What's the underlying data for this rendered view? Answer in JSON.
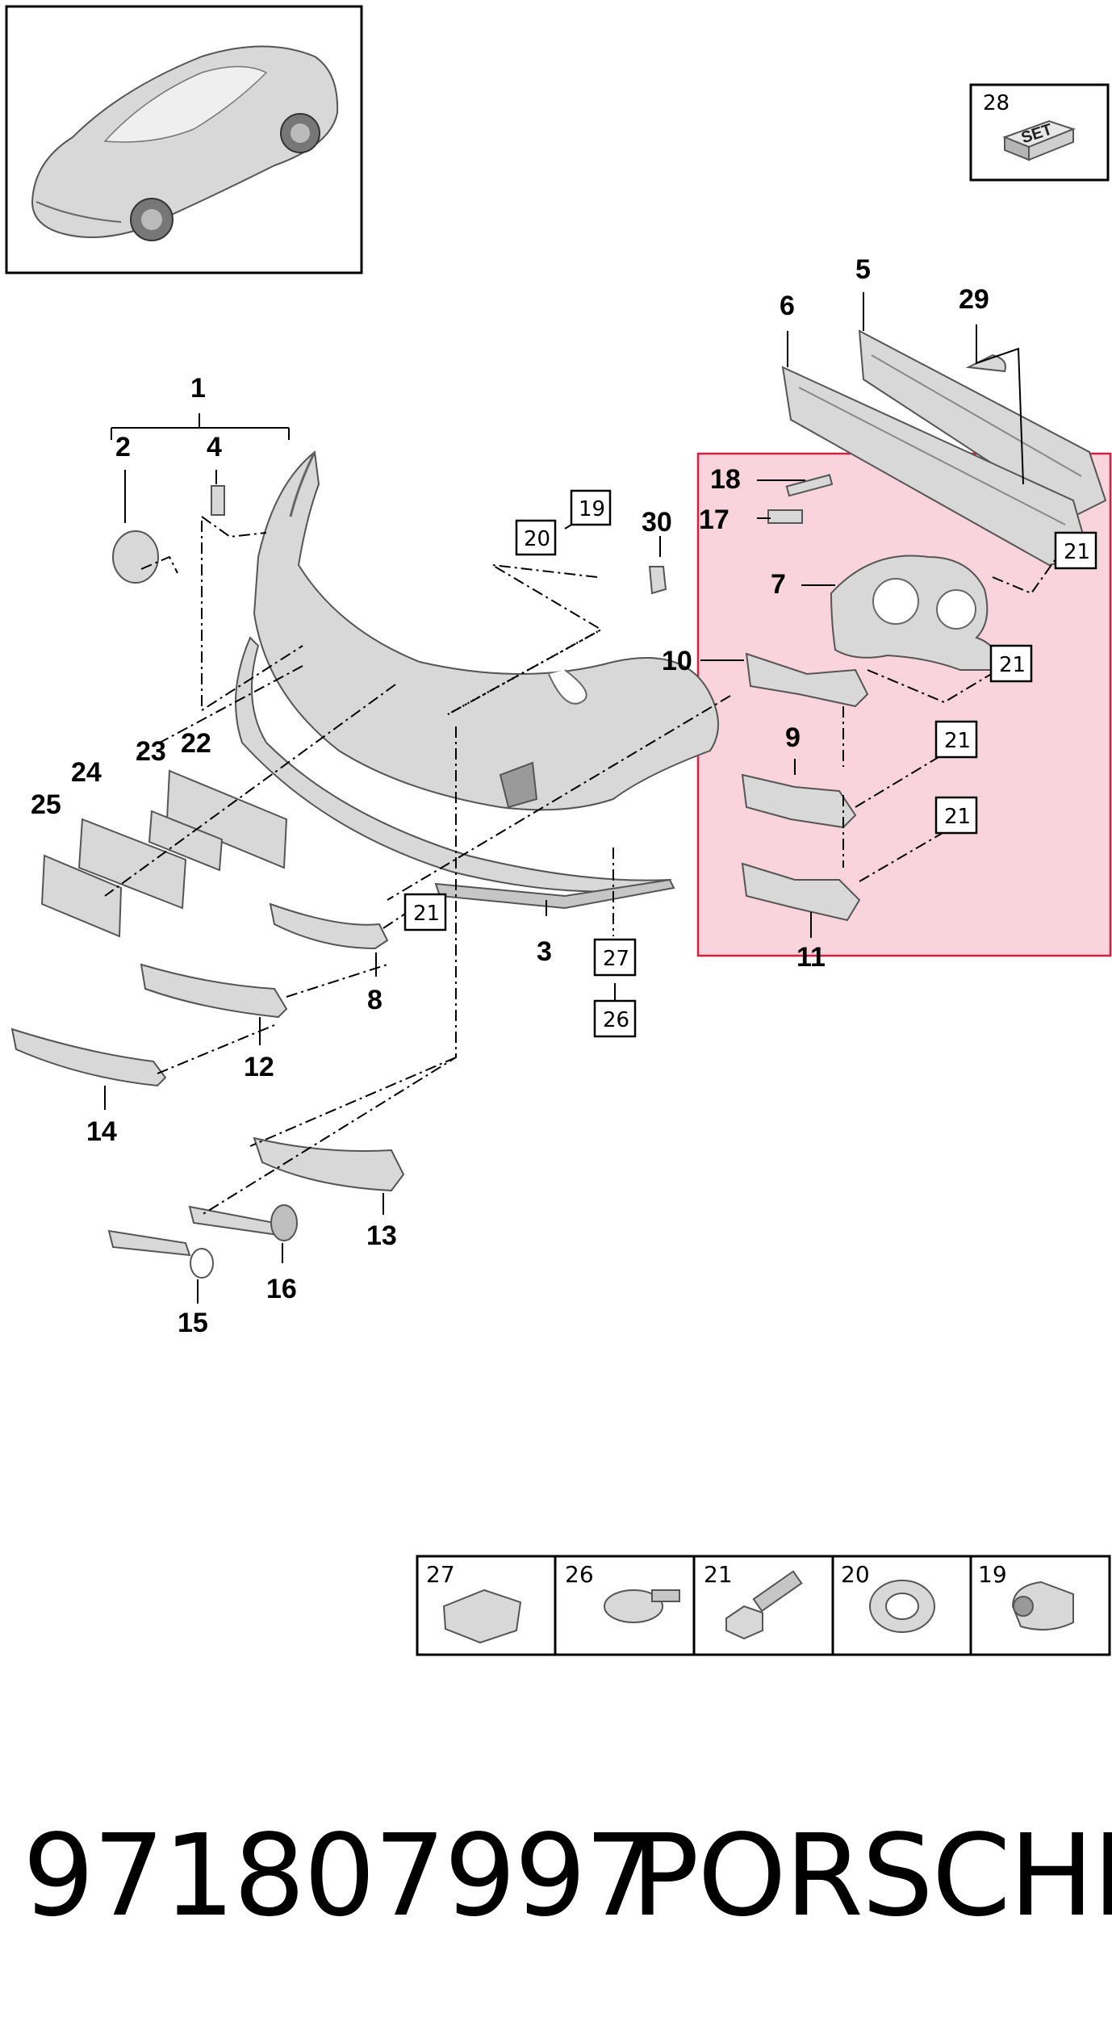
{
  "callouts": [
    "1",
    "2",
    "3",
    "4",
    "5",
    "6",
    "7",
    "8",
    "9",
    "10",
    "11",
    "12",
    "13",
    "14",
    "15",
    "16",
    "17",
    "18",
    "22",
    "23",
    "24",
    "25",
    "29",
    "30"
  ],
  "boxed_labels": {
    "b19": "19",
    "b20": "20",
    "b21": "21",
    "b26": "26",
    "b27": "27"
  },
  "set_kit": {
    "number": "28",
    "text": "SET"
  },
  "hardware_legend": [
    "27",
    "26",
    "21",
    "20",
    "19"
  ],
  "footer": {
    "part_number": "971807997",
    "brand": "PORSCHE"
  },
  "colors": {
    "highlight": "#f7c6d0",
    "highlight_border": "#d81e3c",
    "part_fill": "#d8d8d8"
  }
}
